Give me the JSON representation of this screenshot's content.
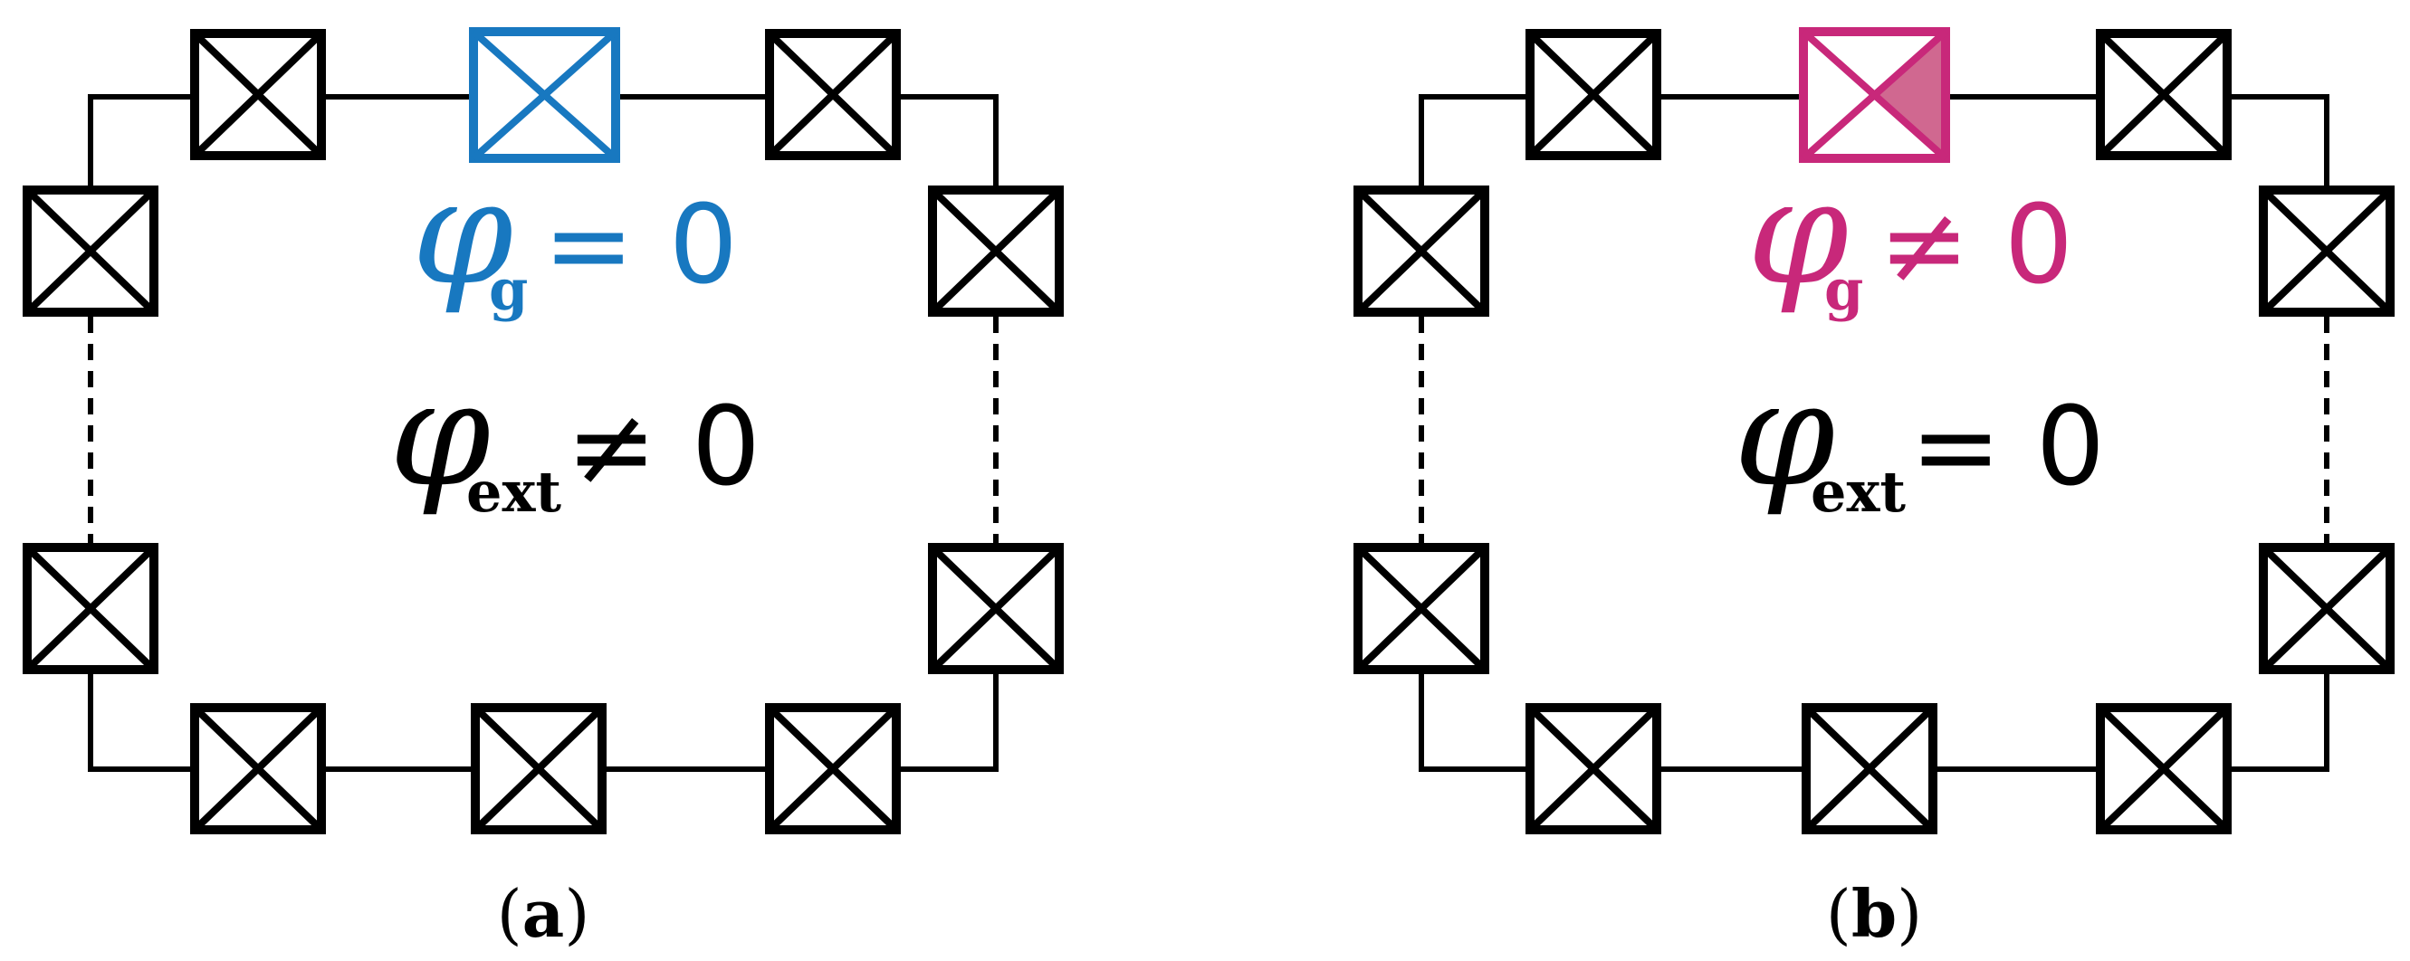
{
  "colors": {
    "line": "#000000",
    "gauge_junction_a": "#1878c0",
    "gauge_junction_b": "#c8287a",
    "gauge_junction_b_fill": "#d06890"
  },
  "panels": [
    {
      "caption_open": "(",
      "caption_letter": "a",
      "caption_close": ")",
      "gauge_phase": {
        "symbol": "φ",
        "subscript": "g",
        "relation": "= 0"
      },
      "ext_phase": {
        "symbol": "φ",
        "subscript": "ext",
        "relation": "≠ 0"
      }
    },
    {
      "caption_open": "(",
      "caption_letter": "b",
      "caption_close": ")",
      "gauge_phase": {
        "symbol": "φ",
        "subscript": "g",
        "relation": "≠ 0"
      },
      "ext_phase": {
        "symbol": "φ",
        "subscript": "ext",
        "relation": "= 0"
      }
    }
  ]
}
